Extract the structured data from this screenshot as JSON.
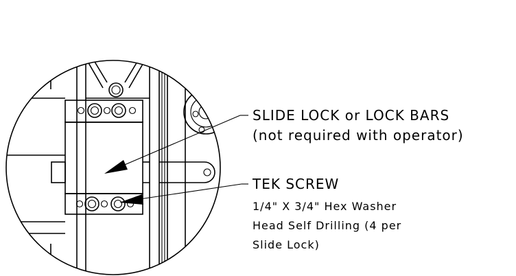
{
  "callouts": {
    "slide_lock": {
      "line1": "SLIDE LOCK or LOCK BARS",
      "line2": "(not required with operator)"
    },
    "tek_screw": {
      "title": "TEK SCREW",
      "line1": "1/4\" X 3/4\" Hex Washer",
      "line2": "Head Self Drilling (4 per",
      "line3": "Slide Lock)"
    }
  }
}
